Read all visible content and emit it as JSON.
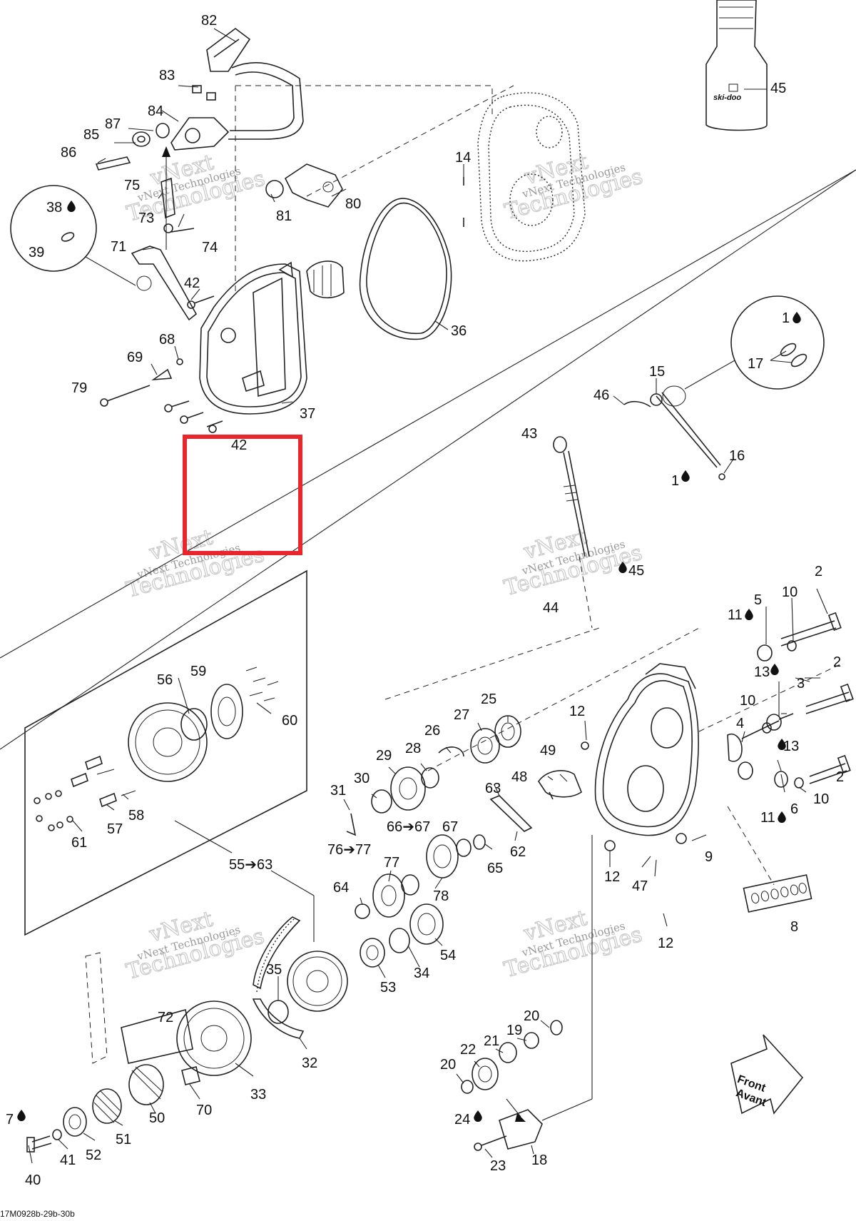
{
  "diagram": {
    "footer_code": "17M0928b-29b-30b",
    "bottle_brand": "ski-doo",
    "front_label_line1": "Front",
    "front_label_line2": "Avant",
    "watermark_line1": "vNext",
    "watermark_line2": "Technologies",
    "watermark_small": "vNext Technologies",
    "highlight_color": "#e8262c",
    "parts": {
      "p82": "82",
      "p83": "83",
      "p84": "84",
      "p85": "85",
      "p86": "86",
      "p87": "87",
      "p75": "75",
      "p73": "73",
      "p74": "74",
      "p81": "81",
      "p80": "80",
      "p14": "14",
      "p45top": "45",
      "p38": "38",
      "p39": "39",
      "p71": "71",
      "p42a": "42",
      "p36": "36",
      "p68": "68",
      "p69": "69",
      "p79": "79",
      "p37": "37",
      "p42b": "42",
      "p1a": "1",
      "p17": "17",
      "p15": "15",
      "p46": "46",
      "p43": "43",
      "p16": "16",
      "p1b": "1",
      "p45mid": "45",
      "p44": "44",
      "p2a": "2",
      "p10a": "10",
      "p5": "5",
      "p11a": "11",
      "p13a": "13",
      "p2b": "2",
      "p3": "3",
      "p10b": "10",
      "p4": "4",
      "p13b": "13",
      "p2c": "2",
      "p10c": "10",
      "p6": "6",
      "p11b": "11",
      "p12a": "12",
      "p9": "9",
      "p12b": "12",
      "p47": "47",
      "p8": "8",
      "p12c": "12",
      "p56": "56",
      "p59": "59",
      "p60": "60",
      "p57": "57",
      "p58": "58",
      "p61": "61",
      "p25": "25",
      "p27": "27",
      "p26": "26",
      "p29": "29",
      "p28": "28",
      "p30": "30",
      "p31": "31",
      "p49": "49",
      "p48": "48",
      "p63": "63",
      "p62": "62",
      "p66_67": "66➔67",
      "p67": "67",
      "p65": "65",
      "p55_63": "55➔63",
      "p76_77": "76➔77",
      "p77": "77",
      "p78": "78",
      "p64": "64",
      "p54": "54",
      "p53": "53",
      "p34": "34",
      "p35": "35",
      "p32": "32",
      "p33": "33",
      "p72": "72",
      "p70": "70",
      "p50": "50",
      "p51": "51",
      "p52": "52",
      "p7": "7",
      "p41": "41",
      "p40": "40",
      "p20a": "20",
      "p19": "19",
      "p21": "21",
      "p22": "22",
      "p20b": "20",
      "p24": "24",
      "p23": "23",
      "p18": "18"
    }
  }
}
